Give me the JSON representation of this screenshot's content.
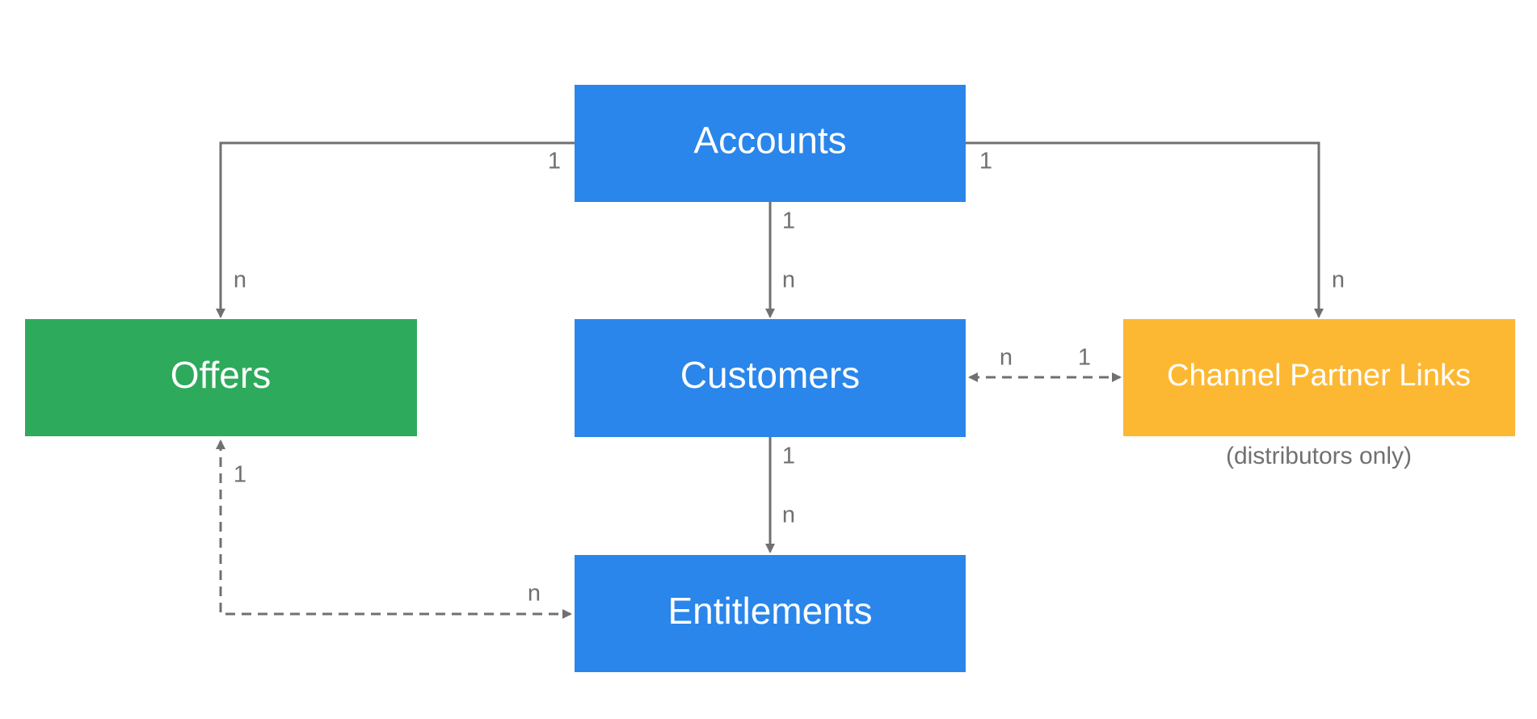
{
  "diagram": {
    "entities": {
      "accounts": {
        "label": "Accounts",
        "color": "#2A86EA"
      },
      "offers": {
        "label": "Offers",
        "color": "#2EAA5C"
      },
      "customers": {
        "label": "Customers",
        "color": "#2A86EA"
      },
      "channel_partner_links": {
        "label": "Channel Partner Links",
        "color": "#FDB833"
      },
      "entitlements": {
        "label": "Entitlements",
        "color": "#2A86EA"
      }
    },
    "notes": {
      "distributors_only": "(distributors only)"
    },
    "relations": [
      {
        "from": "Accounts",
        "to": "Offers",
        "from_card": "1",
        "to_card": "n",
        "style": "solid"
      },
      {
        "from": "Accounts",
        "to": "Customers",
        "from_card": "1",
        "to_card": "n",
        "style": "solid"
      },
      {
        "from": "Accounts",
        "to": "Channel Partner Links",
        "from_card": "1",
        "to_card": "n",
        "style": "solid"
      },
      {
        "from": "Customers",
        "to": "Channel Partner Links",
        "from_card": "n",
        "to_card": "1",
        "style": "dashed"
      },
      {
        "from": "Customers",
        "to": "Entitlements",
        "from_card": "1",
        "to_card": "n",
        "style": "solid"
      },
      {
        "from": "Offers",
        "to": "Entitlements",
        "from_card": "1",
        "to_card": "n",
        "style": "dashed"
      }
    ],
    "line_color": "#707070"
  }
}
